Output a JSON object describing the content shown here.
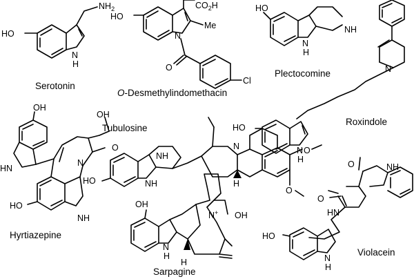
{
  "compounds": [
    {
      "name": "Serotonin"
    },
    {
      "name_prefix": "O",
      "name_rest": "-Desmethylindomethacin"
    },
    {
      "name": "Plectocomine"
    },
    {
      "name": "Roxindole"
    },
    {
      "name": "Tubulosine"
    },
    {
      "name": "Hyrtiazepine"
    },
    {
      "name": "Sarpagine"
    },
    {
      "name": "Violacein"
    }
  ],
  "atom_labels": {
    "nh2": "NH2",
    "ho": "HO",
    "oh": "OH",
    "nh": "NH",
    "hn": "HN",
    "n": "N",
    "h": "H",
    "co2h": "CO2H",
    "me": "Me",
    "cl": "Cl",
    "o": "O",
    "ome": "O",
    "n_plus": "N+"
  }
}
